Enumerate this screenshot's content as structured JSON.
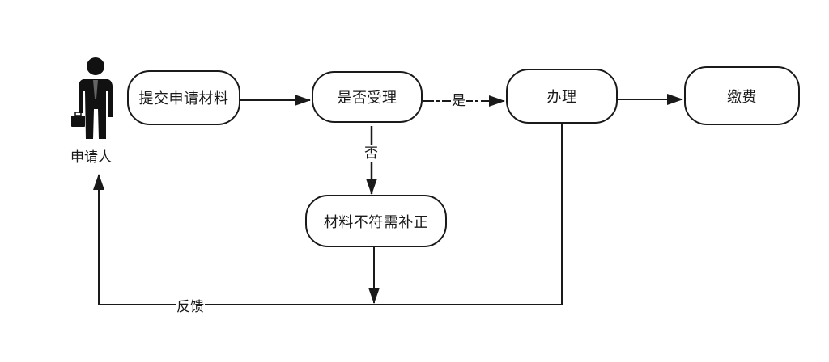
{
  "diagram": {
    "actor": {
      "label": "申请人",
      "icon": "businessman-icon"
    },
    "nodes": {
      "submit": "提交申请材料",
      "accept_check": "是否受理",
      "process": "办理",
      "pay": "缴费",
      "supplement": "材料不符需补正"
    },
    "edges": {
      "yes": "是",
      "no": "否",
      "feedback": "反馈"
    },
    "colors": {
      "stroke": "#1a1a1a",
      "background": "#ffffff"
    }
  }
}
